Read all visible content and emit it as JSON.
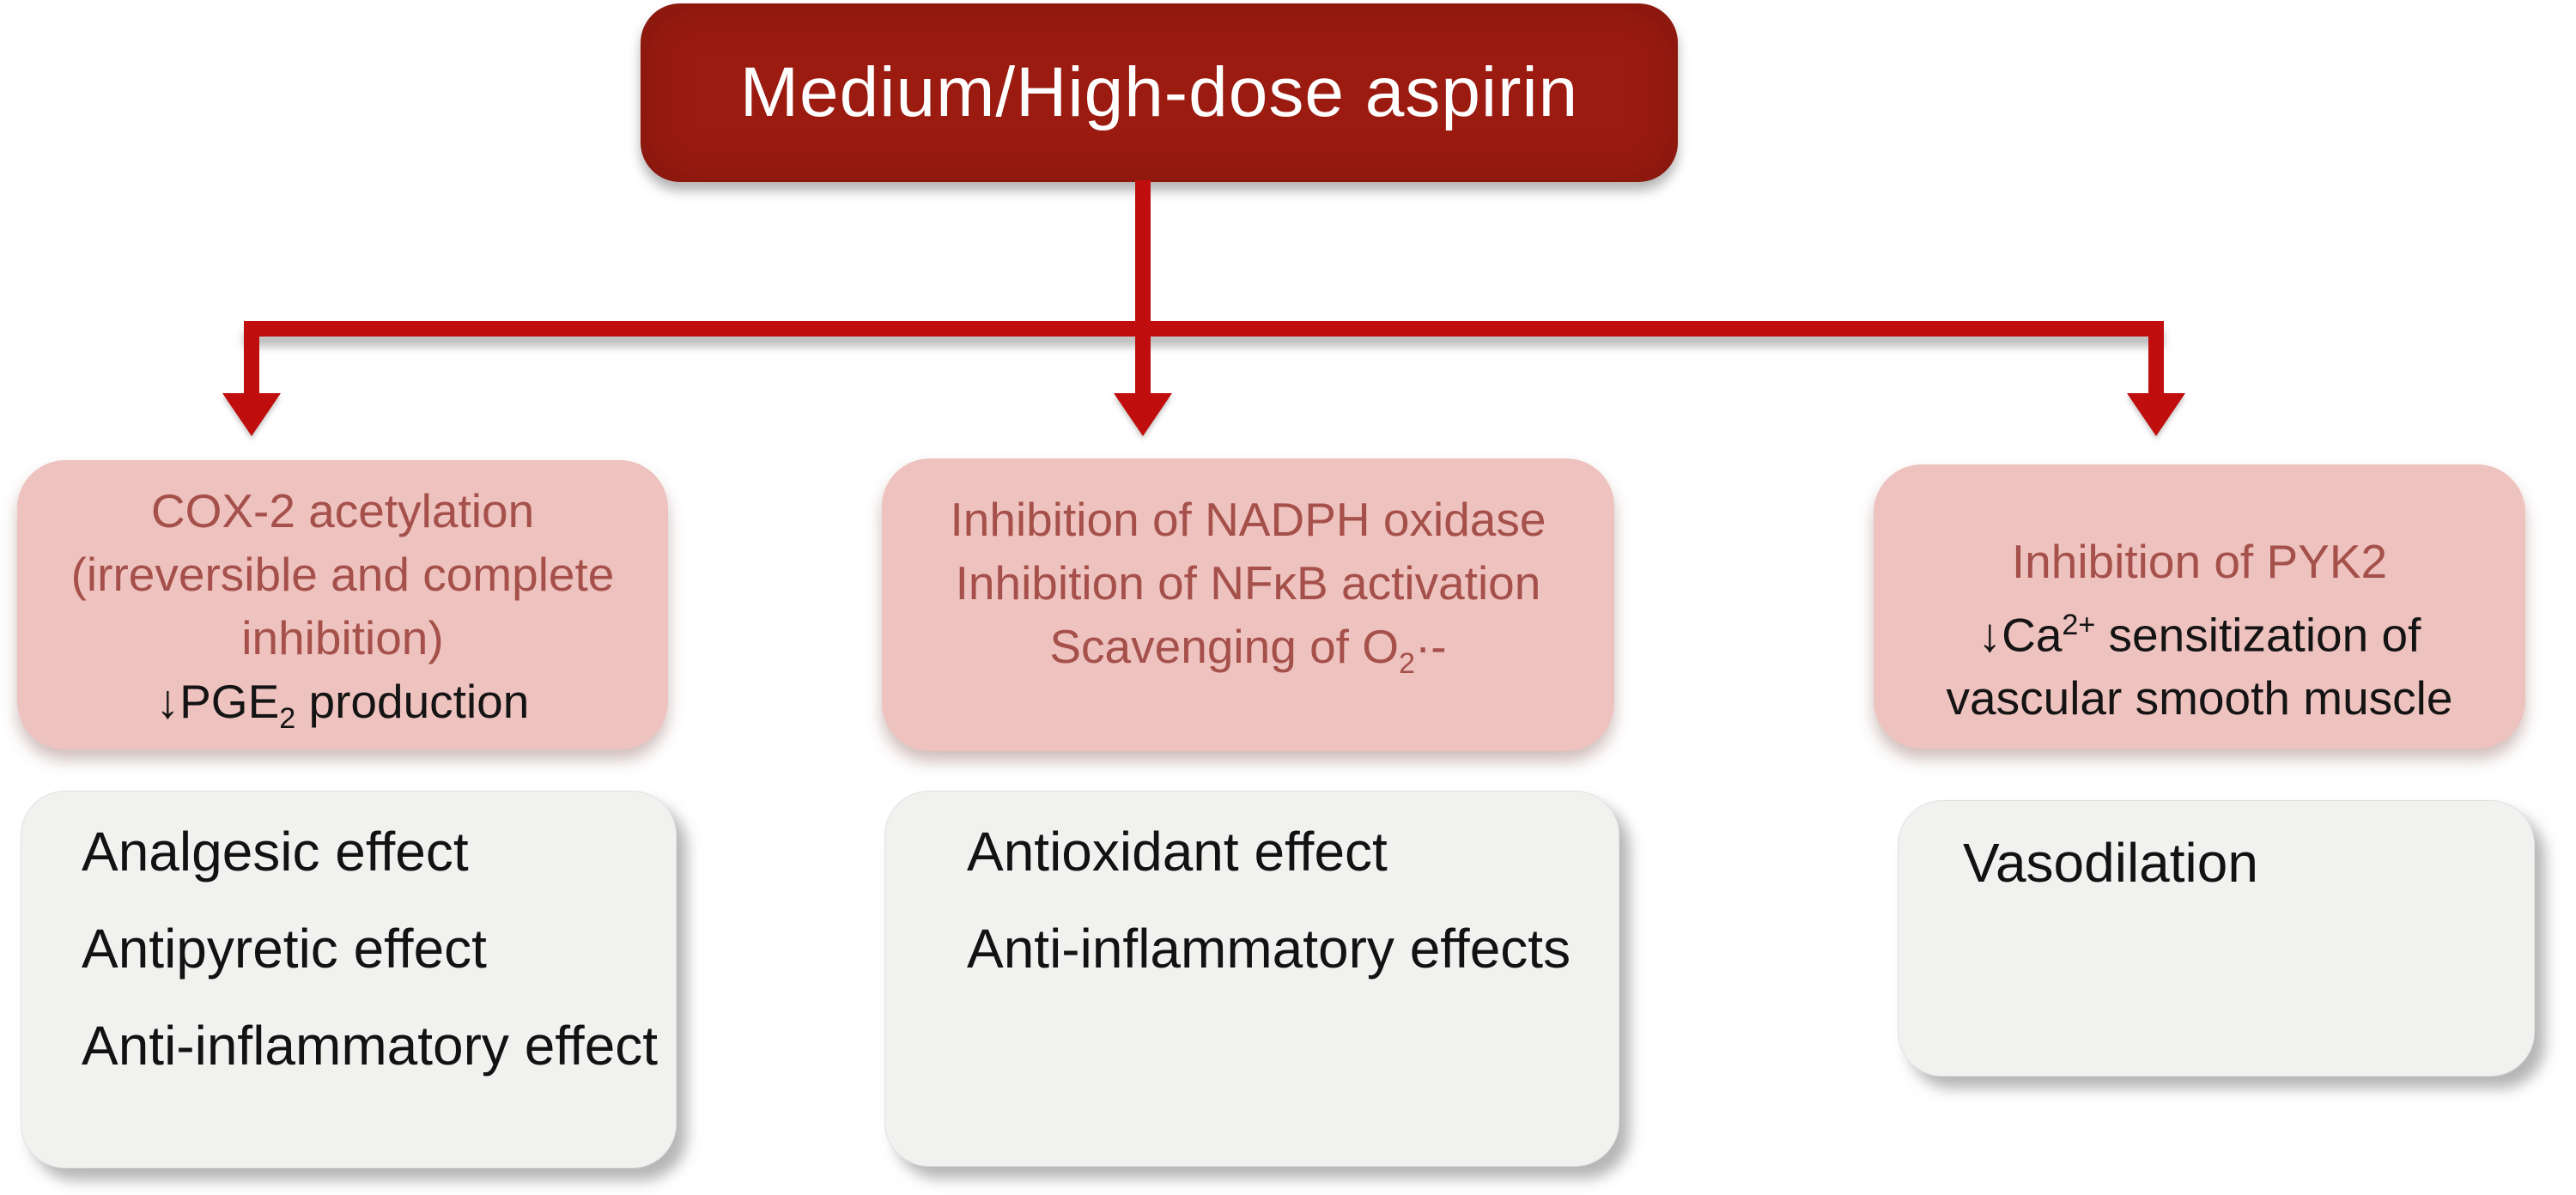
{
  "palette": {
    "root_bg": "#9C1B10",
    "root_text": "#FFFFFF",
    "arrow": "#C00D0D",
    "mechanism_bg": "#EEC2BE",
    "mechanism_text_red": "#A5504B",
    "effect_bg": "#F1F1F0",
    "text_black": "#141414"
  },
  "root": {
    "label": "Medium/High-dose aspirin"
  },
  "branches": [
    {
      "id": "cox2-acetylation",
      "mechanism": {
        "lines": [
          {
            "color": "red",
            "parts": [
              {
                "text": "COX-2 acetylation"
              }
            ]
          },
          {
            "color": "red",
            "parts": [
              {
                "text": "(irreversible and complete"
              }
            ]
          },
          {
            "color": "red",
            "parts": [
              {
                "text": "inhibition)"
              }
            ]
          },
          {
            "color": "black",
            "parts": [
              {
                "text": "↓PGE"
              },
              {
                "text": "2",
                "script": "sub"
              },
              {
                "text": " production"
              }
            ]
          }
        ]
      },
      "effects": [
        "Analgesic effect",
        "Antipyretic effect",
        "Anti-inflammatory effect"
      ]
    },
    {
      "id": "nadph-oxidase",
      "mechanism": {
        "lines": [
          {
            "color": "red",
            "parts": [
              {
                "text": "Inhibition of NADPH oxidase"
              }
            ]
          },
          {
            "color": "red",
            "parts": [
              {
                "text": "Inhibition of NFκB activation"
              }
            ]
          },
          {
            "color": "red",
            "parts": [
              {
                "text": "Scavenging of O"
              },
              {
                "text": "2",
                "script": "sub"
              },
              {
                "text": "·-"
              }
            ]
          }
        ]
      },
      "effects": [
        "Antioxidant effect",
        "Anti-inflammatory effects"
      ]
    },
    {
      "id": "pyk2",
      "mechanism": {
        "lines": [
          {
            "color": "red",
            "parts": [
              {
                "text": "Inhibition of PYK2"
              }
            ]
          },
          {
            "color": "black",
            "parts": [
              {
                "text": "↓Ca"
              },
              {
                "text": "2+",
                "script": "sup"
              },
              {
                "text": " sensitization of"
              }
            ]
          },
          {
            "color": "black",
            "parts": [
              {
                "text": "vascular smooth muscle"
              }
            ]
          }
        ]
      },
      "effects": [
        "Vasodilation"
      ]
    }
  ]
}
